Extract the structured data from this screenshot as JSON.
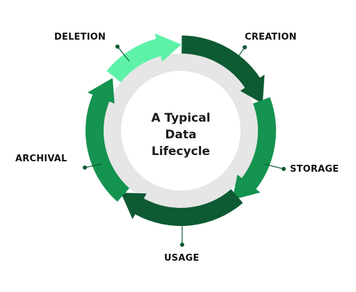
{
  "center": {
    "lines": [
      "A Typical",
      "Data",
      "Lifecycle"
    ]
  },
  "stages": [
    {
      "key": "creation",
      "label": "CREATION",
      "color": "#0d5a33"
    },
    {
      "key": "storage",
      "label": "STORAGE",
      "color": "#159350"
    },
    {
      "key": "usage",
      "label": "USAGE",
      "color": "#0d5a33"
    },
    {
      "key": "archival",
      "label": "ARCHIVAL",
      "color": "#159350"
    },
    {
      "key": "deletion",
      "label": "DELETION",
      "color": "#5ef2a9"
    }
  ],
  "colors": {
    "center_fill": "#ffffff",
    "inner_ring": "#e6e6e6",
    "label_text": "#111111",
    "connector": "#0d5a33"
  }
}
